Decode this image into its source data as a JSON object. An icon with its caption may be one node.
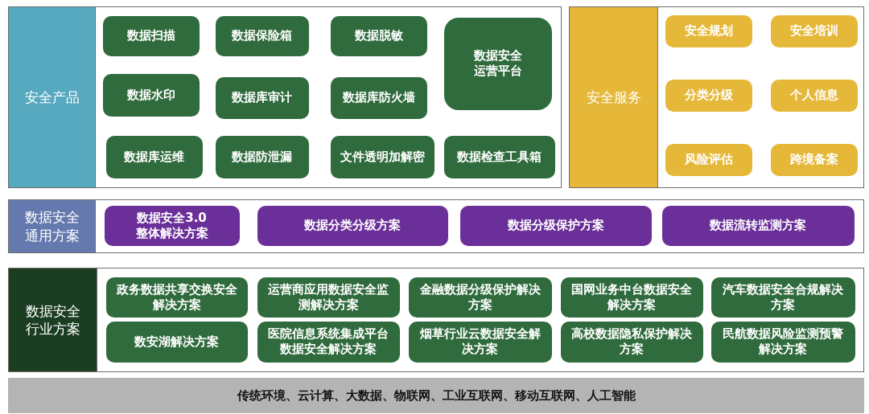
{
  "diagram": {
    "nodes": [
      {
        "text": [
          "安全产品"
        ]
      },
      {
        "text": [
          "数据扫描"
        ],
        "in": 0
      },
      {
        "text": [
          "数据保险箱"
        ],
        "in": 0
      },
      {
        "text": [
          "数据脱敏"
        ],
        "in": 0
      },
      {
        "text": [
          "数据安全运营平台"
        ],
        "in": 0
      },
      {
        "text": [
          "数据水印"
        ],
        "in": 0
      },
      {
        "text": [
          "数据库审计"
        ],
        "in": 0
      },
      {
        "text": [
          "数据库防火墙"
        ],
        "in": 0
      },
      {
        "text": [
          "数据库运维"
        ],
        "in": 0
      },
      {
        "text": [
          "数据防泄漏"
        ],
        "in": 0
      },
      {
        "text": [
          "文件透明加解密"
        ],
        "in": 0
      },
      {
        "text": [
          "数据检查工具箱"
        ],
        "in": 0
      },
      {
        "text": [
          "安全服务"
        ]
      },
      {
        "text": [
          "安全规划"
        ],
        "in": 12
      },
      {
        "text": [
          "安全培训"
        ],
        "in": 12
      },
      {
        "text": [
          "分类分级"
        ],
        "in": 12
      },
      {
        "text": [
          "个人信息"
        ],
        "in": 12
      },
      {
        "text": [
          "风险评估"
        ],
        "in": 12
      },
      {
        "text": [
          "跨境备案"
        ],
        "in": 12
      },
      {
        "text": [
          "数据安全通用方案"
        ]
      },
      {
        "text": [
          "数据安全3.0整体解决方案"
        ],
        "in": 19
      },
      {
        "text": [
          "数据分类分级方案"
        ],
        "in": 19
      },
      {
        "text": [
          "数据分级保护方案"
        ],
        "in": 19
      },
      {
        "text": [
          "数据流转监测方案"
        ],
        "in": 19
      },
      {
        "text": [
          "数据安全行业方案"
        ]
      },
      {
        "text": [
          "政务数据共享交换安全解决方案"
        ],
        "in": 24
      },
      {
        "text": [
          "运营商应用数据安全监测解决方案"
        ],
        "in": 24
      },
      {
        "text": [
          "金融数据分级保护解决方案"
        ],
        "in": 24
      },
      {
        "text": [
          "国网业务中台数据安全解决方案"
        ],
        "in": 24
      },
      {
        "text": [
          "汽车数据安全合规解决方案"
        ],
        "in": 24
      },
      {
        "text": [
          "数安湖解决方案"
        ],
        "in": 24
      },
      {
        "text": [
          "医院信息系统集成平台数据安全解决方案"
        ],
        "in": 24
      },
      {
        "text": [
          "烟草行业云数据安全解决方案"
        ],
        "in": 24
      },
      {
        "text": [
          "高校数据隐私保护解决方案"
        ],
        "in": 24
      },
      {
        "text": [
          "民航数据风险监测预警解决方案"
        ],
        "in": 24
      },
      {
        "text": [
          "传统环境、云计算、大数据、物联网、工业互联网、移动互联网、人工智能"
        ]
      }
    ]
  }
}
